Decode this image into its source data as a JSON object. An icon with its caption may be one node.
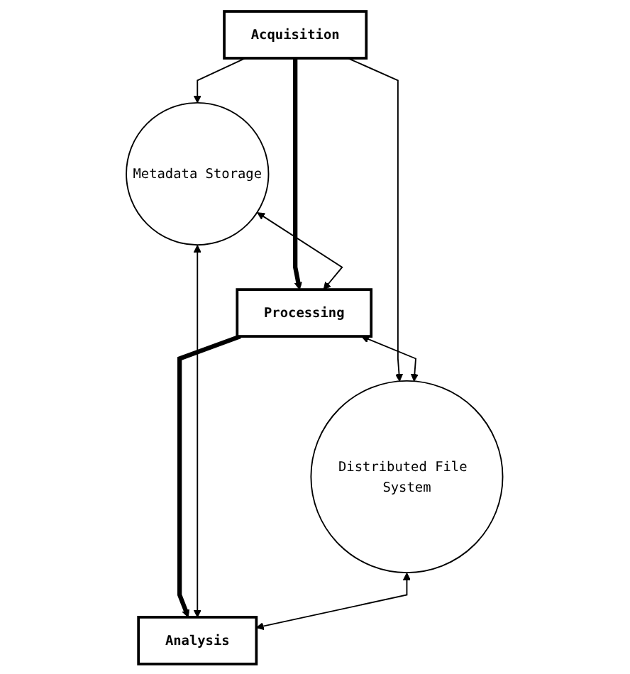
{
  "diagram": {
    "nodes": [
      {
        "text": [
          "Acquisition"
        ]
      },
      {
        "text": [
          "Metadata Storage"
        ]
      },
      {
        "text": [
          "Processing"
        ]
      },
      {
        "text": [
          "Distributed File System"
        ]
      },
      {
        "text": [
          "Analysis"
        ]
      }
    ],
    "edges": [
      {
        "from": 0,
        "to": 1,
        "arrow": "to"
      },
      {
        "from": 0,
        "to": 2,
        "arrow": "to",
        "style": "thick"
      },
      {
        "from": 0,
        "to": 3,
        "arrow": "to"
      },
      {
        "from": 1,
        "to": 2,
        "arrow": "both"
      },
      {
        "from": 2,
        "to": 3,
        "arrow": "both"
      },
      {
        "from": 2,
        "to": 4,
        "arrow": "to",
        "style": "thick"
      },
      {
        "from": 1,
        "to": 4,
        "arrow": "both"
      },
      {
        "from": 3,
        "to": 4,
        "arrow": "both"
      }
    ]
  }
}
